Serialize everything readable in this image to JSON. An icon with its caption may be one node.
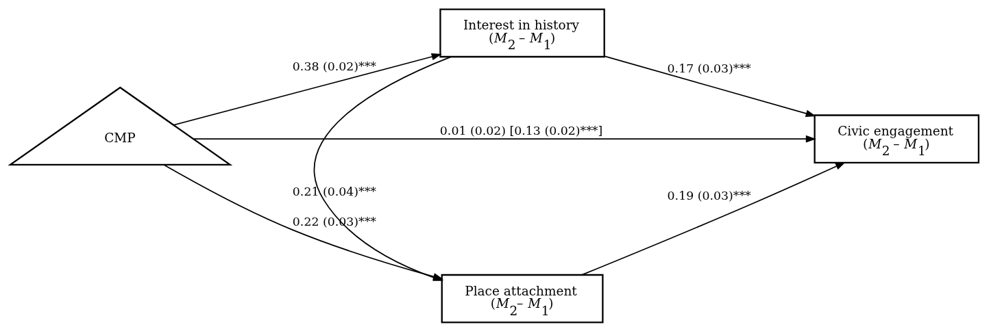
{
  "diagram": {
    "nodes": [
      {
        "text": [
          "CMP"
        ]
      },
      {
        "text": [
          "Interest in history",
          "(*M*$_{2}$ – *M*$_{1}$)"
        ]
      },
      {
        "text": [
          "Civic engagement",
          "(*M*$_{2}$ – *M*$_{1}$)"
        ]
      },
      {
        "text": [
          "Place attachment",
          "(*M*$_{2}$– *M*$_{1}$)"
        ]
      }
    ],
    "edges": [
      {
        "from": 0,
        "to": 1,
        "arrow": "to",
        "label": "0.38 (0.02)***"
      },
      {
        "from": 0,
        "to": 2,
        "arrow": "to",
        "label": "0.01 (0.02) [0.13 (0.02)***]"
      },
      {
        "from": 0,
        "to": 3,
        "arrow": "to",
        "label": "0.22 (0.03)***"
      },
      {
        "from": 1,
        "to": 2,
        "arrow": "to",
        "label": "0.17 (0.03)***"
      },
      {
        "from": 1,
        "to": 3,
        "arrow": "to",
        "label": "0.21 (0.04)***"
      },
      {
        "from": 3,
        "to": 2,
        "arrow": "to",
        "label": "0.19 (0.03)***"
      }
    ]
  }
}
